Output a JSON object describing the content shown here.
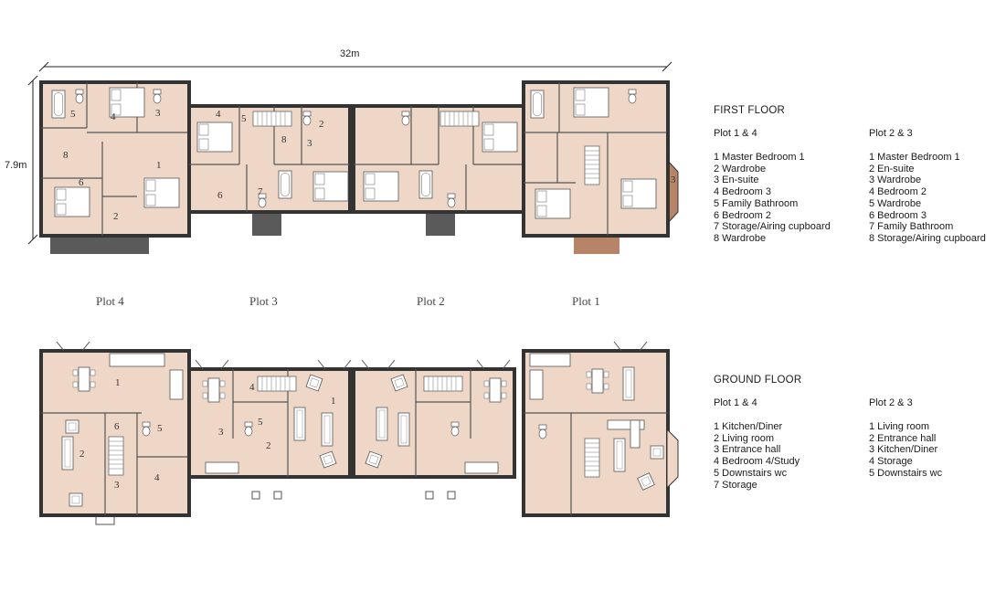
{
  "dimensions": {
    "width_label": "32m",
    "depth_label": "7.9m"
  },
  "plots": [
    "Plot 4",
    "Plot 3",
    "Plot 2",
    "Plot 1"
  ],
  "colors": {
    "room_fill": "#efd7c8",
    "wall": "#333333",
    "porch": "#5a5a5a",
    "porch_plot1": "#b88467"
  },
  "first_floor": {
    "title": "FIRST FLOOR",
    "left_heading": "Plot 1 & 4",
    "right_heading": "Plot 2 & 3",
    "left_items": [
      "1 Master Bedroom 1",
      "2 Wardrobe",
      "3 En-suite",
      "4 Bedroom 3",
      "5 Family Bathroom",
      "6 Bedroom 2",
      "7 Storage/Airing cupboard",
      "8 Wardrobe"
    ],
    "right_items": [
      "1 Master Bedroom 1",
      "2 En-suite",
      "3 Wardrobe",
      "4 Bedroom 2",
      "5 Wardrobe",
      "6 Bedroom 3",
      "7 Family Bathroom",
      "8 Storage/Airing cupboard"
    ]
  },
  "ground_floor": {
    "title": "GROUND FLOOR",
    "left_heading": "Plot 1 & 4",
    "right_heading": "Plot 2 & 3",
    "left_items": [
      "1 Kitchen/Diner",
      "2 Living room",
      "3 Entrance hall",
      "4 Bedroom 4/Study",
      "5 Downstairs wc",
      "7 Storage"
    ],
    "right_items": [
      "1 Living room",
      "2 Entrance hall",
      "3 Kitchen/Diner",
      "4 Storage",
      "5 Downstairs wc"
    ]
  },
  "room_numbers": {
    "ff_plot4": [
      "5",
      "4",
      "3",
      "1",
      "8",
      "6",
      "2"
    ],
    "ff_plot3": [
      "4",
      "5",
      "2",
      "8",
      "3",
      "6",
      "7"
    ],
    "ff_plot1": [
      "3"
    ],
    "gf_plot4": [
      "1",
      "6",
      "5",
      "2",
      "3",
      "4"
    ],
    "gf_plot3": [
      "4",
      "5",
      "3",
      "1",
      "2"
    ]
  }
}
